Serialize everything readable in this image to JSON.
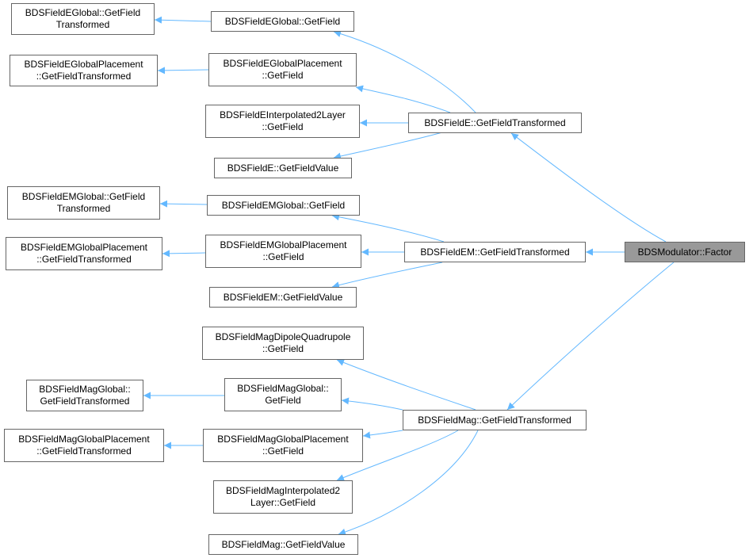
{
  "colors": {
    "edge": "#63b8ff",
    "node_border": "#666666",
    "root_fill": "#999999"
  },
  "nodes": {
    "factor": [
      "BDSModulator::Factor"
    ],
    "fe_gft": [
      "BDSFieldE::GetFieldTransformed"
    ],
    "fem_gft": [
      "BDSFieldEM::GetFieldTransformed"
    ],
    "fmag_gft": [
      "BDSFieldMag::GetFieldTransformed"
    ],
    "feg_gf": [
      "BDSFieldEGlobal::GetField"
    ],
    "fegp_gf": [
      "BDSFieldEGlobalPlacement",
      "::GetField"
    ],
    "fei2l_gf": [
      "BDSFieldEInterpolated2Layer",
      "::GetField"
    ],
    "fe_gfv": [
      "BDSFieldE::GetFieldValue"
    ],
    "feg_gft": [
      "BDSFieldEGlobal::GetField",
      "Transformed"
    ],
    "fegp_gft": [
      "BDSFieldEGlobalPlacement",
      "::GetFieldTransformed"
    ],
    "femg_gf": [
      "BDSFieldEMGlobal::GetField"
    ],
    "femgp_gf": [
      "BDSFieldEMGlobalPlacement",
      "::GetField"
    ],
    "fem_gfv": [
      "BDSFieldEM::GetFieldValue"
    ],
    "femg_gft": [
      "BDSFieldEMGlobal::GetField",
      "Transformed"
    ],
    "femgp_gft": [
      "BDSFieldEMGlobalPlacement",
      "::GetFieldTransformed"
    ],
    "fmdq_gf": [
      "BDSFieldMagDipoleQuadrupole",
      "::GetField"
    ],
    "fmg_gf": [
      "BDSFieldMagGlobal::",
      "GetField"
    ],
    "fmgp_gf": [
      "BDSFieldMagGlobalPlacement",
      "::GetField"
    ],
    "fmi2l_gf": [
      "BDSFieldMagInterpolated2",
      "Layer::GetField"
    ],
    "fm_gfv": [
      "BDSFieldMag::GetFieldValue"
    ],
    "fmg_gft": [
      "BDSFieldMagGlobal::",
      "GetFieldTransformed"
    ],
    "fmgp_gft": [
      "BDSFieldMagGlobalPlacement",
      "::GetFieldTransformed"
    ]
  }
}
